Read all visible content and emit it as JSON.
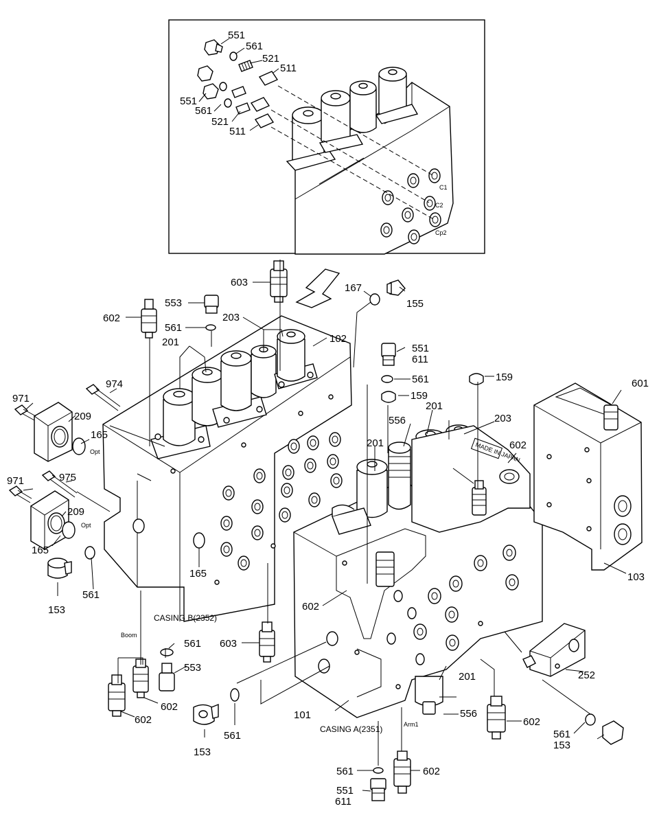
{
  "inset": {
    "callouts": [
      {
        "id": "i551a",
        "text": "551"
      },
      {
        "id": "i561a",
        "text": "561"
      },
      {
        "id": "i521a",
        "text": "521"
      },
      {
        "id": "i511a",
        "text": "511"
      },
      {
        "id": "i551b",
        "text": "551"
      },
      {
        "id": "i561b",
        "text": "561"
      },
      {
        "id": "i521b",
        "text": "521"
      },
      {
        "id": "i511b",
        "text": "511"
      }
    ],
    "port_labels": [
      {
        "id": "c1",
        "text": "C1"
      },
      {
        "id": "c2",
        "text": "C2"
      },
      {
        "id": "cp2",
        "text": "Cp2"
      }
    ]
  },
  "callouts": [
    {
      "id": "603t",
      "text": "603"
    },
    {
      "id": "553t",
      "text": "553"
    },
    {
      "id": "602t",
      "text": "602"
    },
    {
      "id": "561t",
      "text": "561"
    },
    {
      "id": "203t",
      "text": "203"
    },
    {
      "id": "201t",
      "text": "201"
    },
    {
      "id": "102",
      "text": "102"
    },
    {
      "id": "167",
      "text": "167"
    },
    {
      "id": "155",
      "text": "155"
    },
    {
      "id": "974",
      "text": "974"
    },
    {
      "id": "971a",
      "text": "971"
    },
    {
      "id": "209a",
      "text": "209"
    },
    {
      "id": "165a",
      "text": "165"
    },
    {
      "id": "975",
      "text": "975"
    },
    {
      "id": "971b",
      "text": "971"
    },
    {
      "id": "209b",
      "text": "209"
    },
    {
      "id": "165b",
      "text": "165"
    },
    {
      "id": "153a",
      "text": "153"
    },
    {
      "id": "561a",
      "text": "561"
    },
    {
      "id": "165c",
      "text": "165"
    },
    {
      "id": "551r",
      "text": "551"
    },
    {
      "id": "611r",
      "text": "611"
    },
    {
      "id": "561r",
      "text": "561"
    },
    {
      "id": "159a",
      "text": "159"
    },
    {
      "id": "159b",
      "text": "159"
    },
    {
      "id": "556r",
      "text": "556"
    },
    {
      "id": "201r",
      "text": "201"
    },
    {
      "id": "201m",
      "text": "201"
    },
    {
      "id": "203r",
      "text": "203"
    },
    {
      "id": "602r",
      "text": "602"
    },
    {
      "id": "601",
      "text": "601"
    },
    {
      "id": "103",
      "text": "103"
    },
    {
      "id": "602m",
      "text": "602"
    },
    {
      "id": "603b",
      "text": "603"
    },
    {
      "id": "561b",
      "text": "561"
    },
    {
      "id": "553b",
      "text": "553"
    },
    {
      "id": "602b1",
      "text": "602"
    },
    {
      "id": "602b2",
      "text": "602"
    },
    {
      "id": "153b",
      "text": "153"
    },
    {
      "id": "561c",
      "text": "561"
    },
    {
      "id": "101",
      "text": "101"
    },
    {
      "id": "252",
      "text": "252"
    },
    {
      "id": "201b",
      "text": "201"
    },
    {
      "id": "556b",
      "text": "556"
    },
    {
      "id": "602b3",
      "text": "602"
    },
    {
      "id": "561d",
      "text": "561"
    },
    {
      "id": "153c",
      "text": "153"
    },
    {
      "id": "561e",
      "text": "561"
    },
    {
      "id": "602b4",
      "text": "602"
    },
    {
      "id": "551b",
      "text": "551"
    },
    {
      "id": "611b",
      "text": "611"
    }
  ],
  "small_labels": [
    {
      "id": "opt1",
      "text": "Opt"
    },
    {
      "id": "opt2",
      "text": "Opt"
    },
    {
      "id": "boom",
      "text": "Boom"
    },
    {
      "id": "arm1",
      "text": "Arm1"
    }
  ],
  "casing_labels": {
    "casing_b": "CASING B(2352)",
    "casing_a": "CASING A(2351)"
  },
  "nameplate": "MADE IN JAPAN"
}
